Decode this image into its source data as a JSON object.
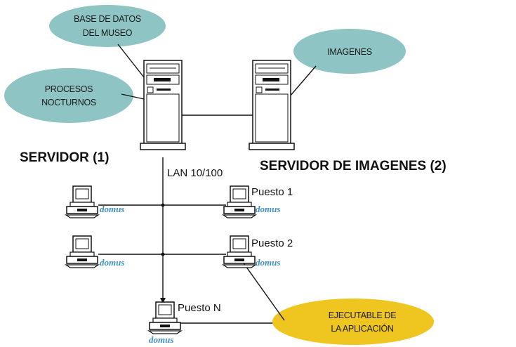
{
  "colors": {
    "bubble_fill": "#8ec4c4",
    "bubble_exec_fill": "#efc61f",
    "line": "#111111",
    "logo": "#3f8fbf"
  },
  "bubbles": {
    "base_datos": [
      "BASE DE DATOS",
      "DEL MUSEO"
    ],
    "procesos": [
      "PROCESOS",
      "NOCTURNOS"
    ],
    "imagenes": [
      "IMAGENES"
    ],
    "ejecutable": [
      "EJECUTABLE DE",
      "LA APLICACIÓN"
    ]
  },
  "labels": {
    "servidor": "SERVIDOR (1)",
    "servidor_imagenes": "SERVIDOR DE IMAGENES (2)",
    "lan": "LAN 10/100",
    "puesto_1": "Puesto 1",
    "puesto_2": "Puesto 2",
    "puesto_n": "Puesto N"
  },
  "logo_text": "domus"
}
